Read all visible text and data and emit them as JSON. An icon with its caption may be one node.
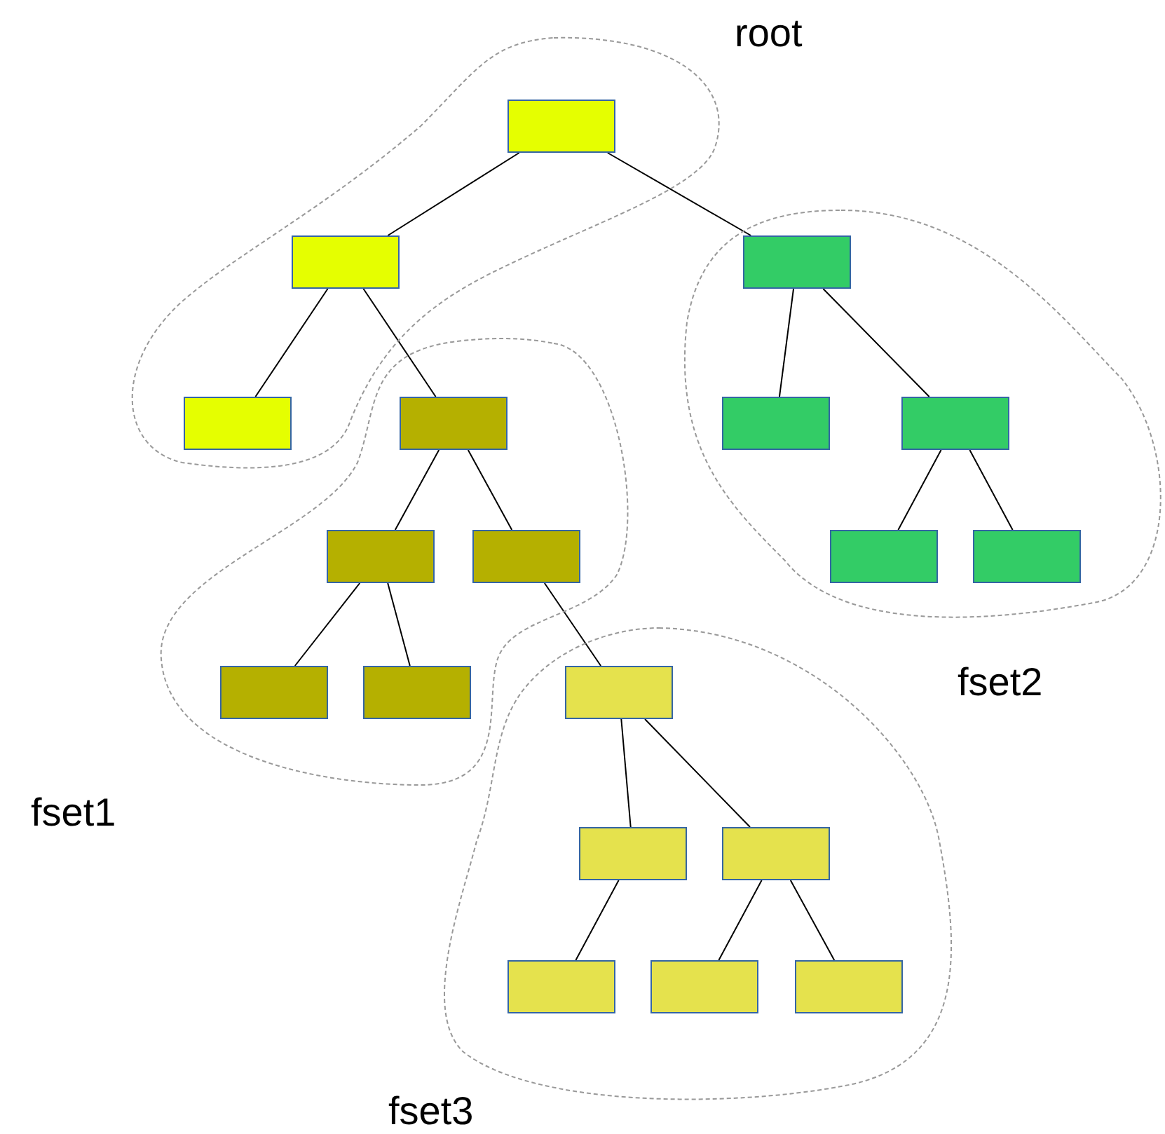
{
  "diagram": {
    "nodes": [
      {
        "text": [
          "root"
        ]
      },
      {
        "text": [
          "fset1"
        ]
      },
      {
        "text": [
          "fset2"
        ]
      },
      {
        "text": [
          "fset3"
        ]
      },
      {
        "text": [],
        "shape": "box",
        "in": 0
      },
      {
        "text": [],
        "shape": "box",
        "in": 0
      },
      {
        "text": [],
        "shape": "box",
        "in": 2
      },
      {
        "text": [],
        "shape": "box",
        "in": 0
      },
      {
        "text": [],
        "shape": "box",
        "in": 1
      },
      {
        "text": [],
        "shape": "box",
        "in": 2
      },
      {
        "text": [],
        "shape": "box",
        "in": 2
      },
      {
        "text": [],
        "shape": "box",
        "in": 1
      },
      {
        "text": [],
        "shape": "box",
        "in": 1
      },
      {
        "text": [],
        "shape": "box",
        "in": 2
      },
      {
        "text": [],
        "shape": "box",
        "in": 2
      },
      {
        "text": [],
        "shape": "box",
        "in": 1
      },
      {
        "text": [],
        "shape": "box",
        "in": 1
      },
      {
        "text": [],
        "shape": "box",
        "in": 3
      },
      {
        "text": [],
        "shape": "box",
        "in": 3
      },
      {
        "text": [],
        "shape": "box",
        "in": 3
      },
      {
        "text": [],
        "shape": "box",
        "in": 3
      },
      {
        "text": [],
        "shape": "box",
        "in": 3
      },
      {
        "text": [],
        "shape": "box",
        "in": 3
      }
    ],
    "edges": [
      {
        "from": 4,
        "to": 5,
        "arrow": "none"
      },
      {
        "from": 4,
        "to": 6,
        "arrow": "none"
      },
      {
        "from": 5,
        "to": 7,
        "arrow": "none"
      },
      {
        "from": 5,
        "to": 8,
        "arrow": "none"
      },
      {
        "from": 6,
        "to": 9,
        "arrow": "none"
      },
      {
        "from": 6,
        "to": 10,
        "arrow": "none"
      },
      {
        "from": 8,
        "to": 11,
        "arrow": "none"
      },
      {
        "from": 8,
        "to": 12,
        "arrow": "none"
      },
      {
        "from": 10,
        "to": 13,
        "arrow": "none"
      },
      {
        "from": 10,
        "to": 14,
        "arrow": "none"
      },
      {
        "from": 11,
        "to": 15,
        "arrow": "none"
      },
      {
        "from": 11,
        "to": 16,
        "arrow": "none"
      },
      {
        "from": 12,
        "to": 17,
        "arrow": "none"
      },
      {
        "from": 17,
        "to": 18,
        "arrow": "none"
      },
      {
        "from": 17,
        "to": 19,
        "arrow": "none"
      },
      {
        "from": 18,
        "to": 20,
        "arrow": "none"
      },
      {
        "from": 19,
        "to": 21,
        "arrow": "none"
      },
      {
        "from": 19,
        "to": 22,
        "arrow": "none"
      }
    ]
  }
}
